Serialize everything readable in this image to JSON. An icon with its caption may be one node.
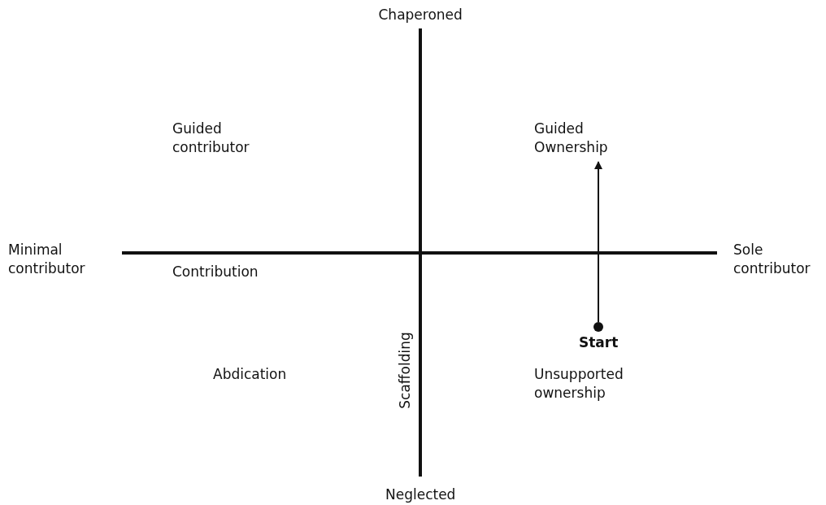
{
  "diagram": {
    "nodes": [
      {
        "text": [
          "Guided Ownership"
        ]
      },
      {
        "text": [],
        "shape": "circle",
        "beside": [
          "Start"
        ]
      }
    ],
    "edges": [
      {
        "from": 1,
        "to": 0,
        "arrow": "to"
      }
    ],
    "labels": [
      "Chaperoned",
      "Guided contributor",
      "Minimal contributor",
      "Sole contributor",
      "Contribution",
      "Abdication",
      "Scaffolding",
      "Unsupported ownership",
      "Neglected"
    ]
  }
}
